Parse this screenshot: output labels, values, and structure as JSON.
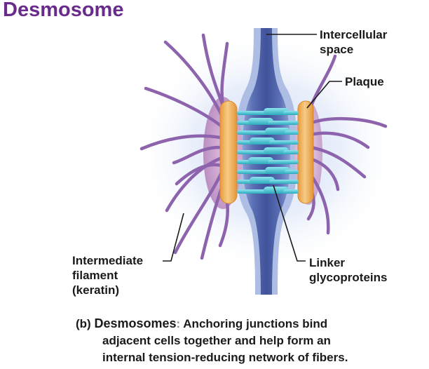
{
  "title": "Desmosome",
  "labels": {
    "intercellular": [
      "Intercellular",
      "space"
    ],
    "plaque": "Plaque",
    "intermediate": [
      "Intermediate",
      "filament",
      "(keratin)"
    ],
    "linker": [
      "Linker",
      "glycoproteins"
    ]
  },
  "caption": {
    "prefix": "(b)",
    "term": "Desmosomes",
    "colon": ":",
    "line1": "Anchoring junctions bind",
    "line2": "adjacent cells together and help form an",
    "line3": "internal tension-reducing network of fibers."
  },
  "colors": {
    "title": "#6a2c8c",
    "filament": "#8e63ad",
    "plaque": "#f2b867",
    "linker": "#46c3d3",
    "membrane": "#8aa2d6",
    "space": "#4f63a8"
  }
}
